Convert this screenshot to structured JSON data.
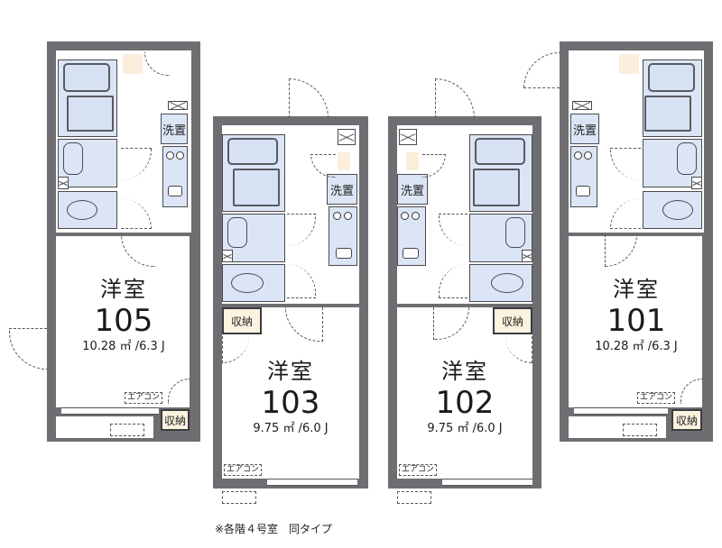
{
  "units": [
    {
      "id": "105",
      "room_type": "洋室",
      "number": "105",
      "area": "10.28 ㎡ /6.3 J",
      "wash_label": "洗置",
      "storage_label": "収納",
      "ac_label": "エアコン"
    },
    {
      "id": "103",
      "room_type": "洋室",
      "number": "103",
      "area": "9.75 ㎡ /6.0 J",
      "wash_label": "洗置",
      "storage_label": "収納",
      "ac_label": "エアコン"
    },
    {
      "id": "102",
      "room_type": "洋室",
      "number": "102",
      "area": "9.75 ㎡ /6.0 J",
      "wash_label": "洗置",
      "storage_label": "収納",
      "ac_label": "エアコン"
    },
    {
      "id": "101",
      "room_type": "洋室",
      "number": "101",
      "area": "10.28 ㎡ /6.3 J",
      "wash_label": "洗置",
      "storage_label": "収納",
      "ac_label": "エアコン"
    }
  ],
  "footnote": "※各階４号室　同タイプ",
  "colors": {
    "wall": "#6e6e72",
    "wet_area": "#dbe5f5",
    "storage": "#fbf2df",
    "floor": "#ffffff"
  }
}
